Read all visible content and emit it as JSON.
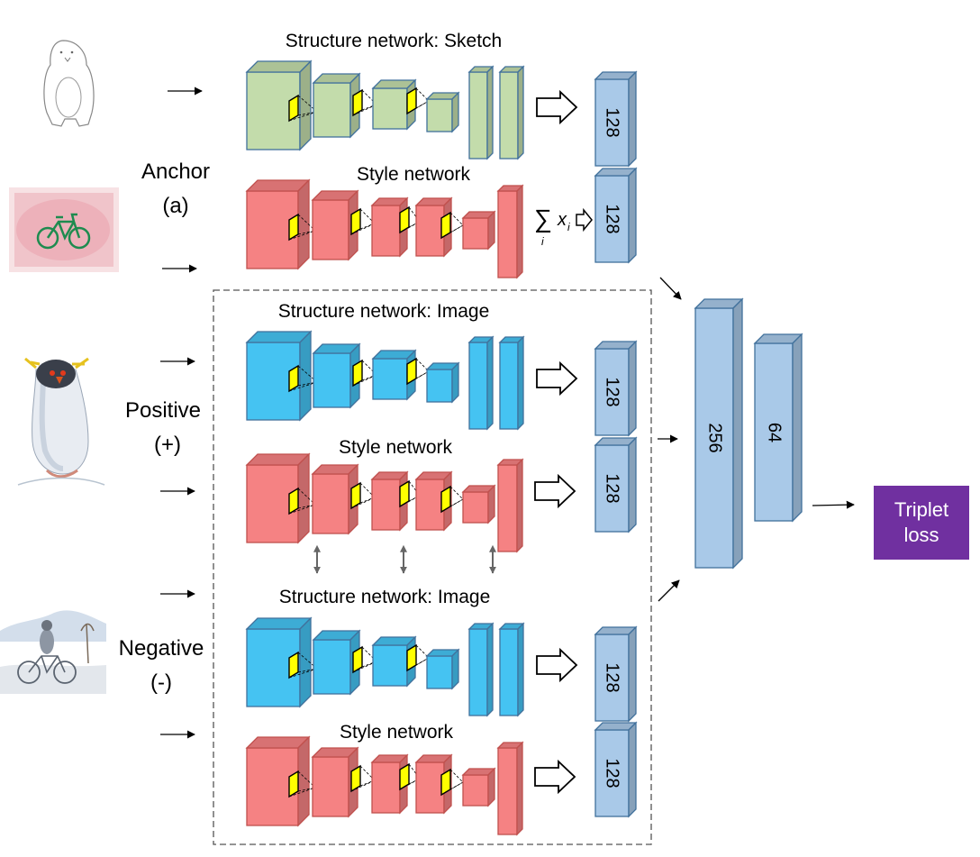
{
  "colors": {
    "sketch_green": "#c3dcab",
    "image_blue": "#45c3f2",
    "style_red": "#f58283",
    "feature_blue": "#a9c9e8",
    "kernel_yellow": "#ffff00",
    "triplet_purple": "#7030a0"
  },
  "branches": {
    "anchor": {
      "label_line1": "Anchor",
      "label_line2": "(a)"
    },
    "positive": {
      "label_line1": "Positive",
      "label_line2": "(+)"
    },
    "negative": {
      "label_line1": "Negative",
      "label_line2": "(-)"
    }
  },
  "networks": {
    "anchor_structure": "Structure network: Sketch",
    "anchor_style": "Style network",
    "positive_structure": "Structure network:  Image",
    "positive_style": "Style network",
    "negative_structure": "Structure network:  Image",
    "negative_style": "Style network"
  },
  "features": {
    "f1": "128",
    "f2": "128",
    "f3": "128",
    "f4": "128",
    "f5": "128",
    "f6": "128",
    "merge": "256",
    "embed": "64"
  },
  "pooling": {
    "sum": "∑",
    "sub": "i",
    "var": "x",
    "var_sub": "i"
  },
  "output": {
    "line1": "Triplet",
    "line2": "loss"
  },
  "thumbnails": {
    "anchor_sketch": "penguin-sketch-image",
    "anchor_style": "bicycle-watercolor-image",
    "positive": "penguin-watercolor-image",
    "negative": "cyclist-watercolor-image"
  }
}
